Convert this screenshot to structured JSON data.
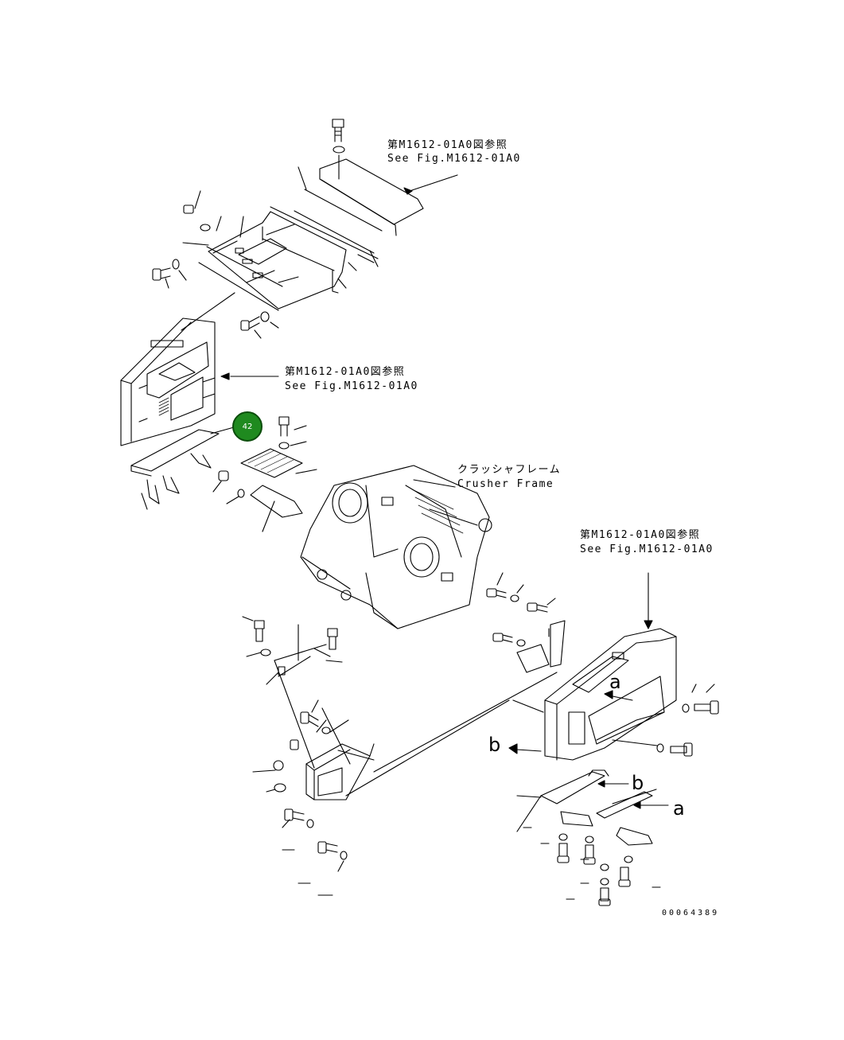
{
  "references": {
    "top": {
      "jp": "第M1612-01A0図参照",
      "en": "See Fig.M1612-01A0"
    },
    "middle": {
      "jp": "第M1612-01A0図参照",
      "en": "See Fig.M1612-01A0"
    },
    "right": {
      "jp": "第M1612-01A0図参照",
      "en": "See Fig.M1612-01A0"
    }
  },
  "crusher_frame": {
    "jp": "クラッシャフレーム",
    "en": "Crusher Frame"
  },
  "marker": {
    "number": "42",
    "color": "#1f8a1f"
  },
  "callouts": {
    "a1": "a",
    "b1": "b",
    "b2": "b",
    "a2": "a"
  },
  "document_number": "00064389"
}
